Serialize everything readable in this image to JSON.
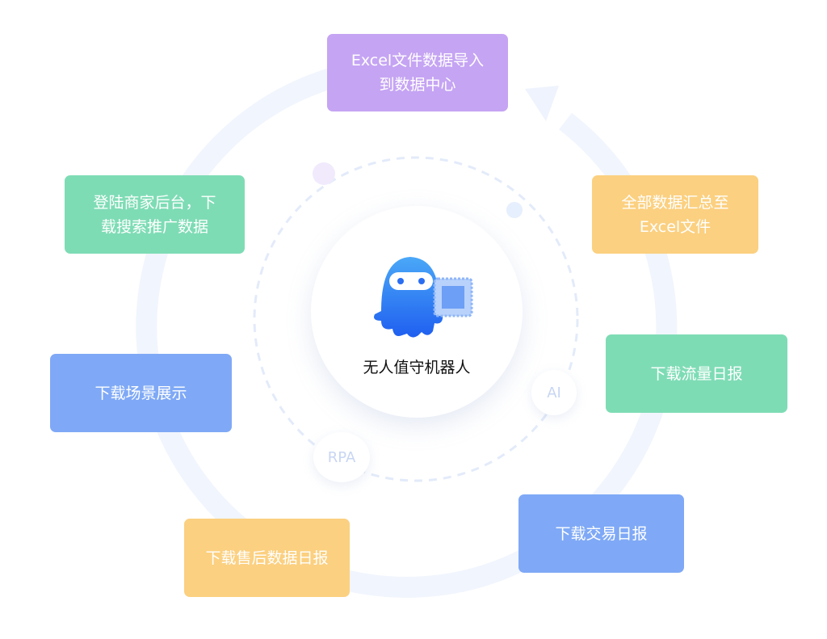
{
  "center": {
    "title": "无人值守机器人",
    "icon": "octopus-robot-icon"
  },
  "tags": {
    "ai": "AI",
    "rpa": "RPA"
  },
  "steps": [
    {
      "lines": [
        "Excel文件数据导入",
        "到数据中心"
      ],
      "color": "#c5a4f3"
    },
    {
      "lines": [
        "全部数据汇总至",
        "Excel文件"
      ],
      "color": "#fbd080"
    },
    {
      "lines": [
        "下载流量日报"
      ],
      "color": "#7edcb5"
    },
    {
      "lines": [
        "下载交易日报"
      ],
      "color": "#7fa9f6"
    },
    {
      "lines": [
        "下载售后数据日报"
      ],
      "color": "#fbd080"
    },
    {
      "lines": [
        "下载场景展示"
      ],
      "color": "#7fa9f6"
    },
    {
      "lines": [
        "登陆商家后台，下",
        "载搜索推广数据"
      ],
      "color": "#7edcb5"
    }
  ]
}
